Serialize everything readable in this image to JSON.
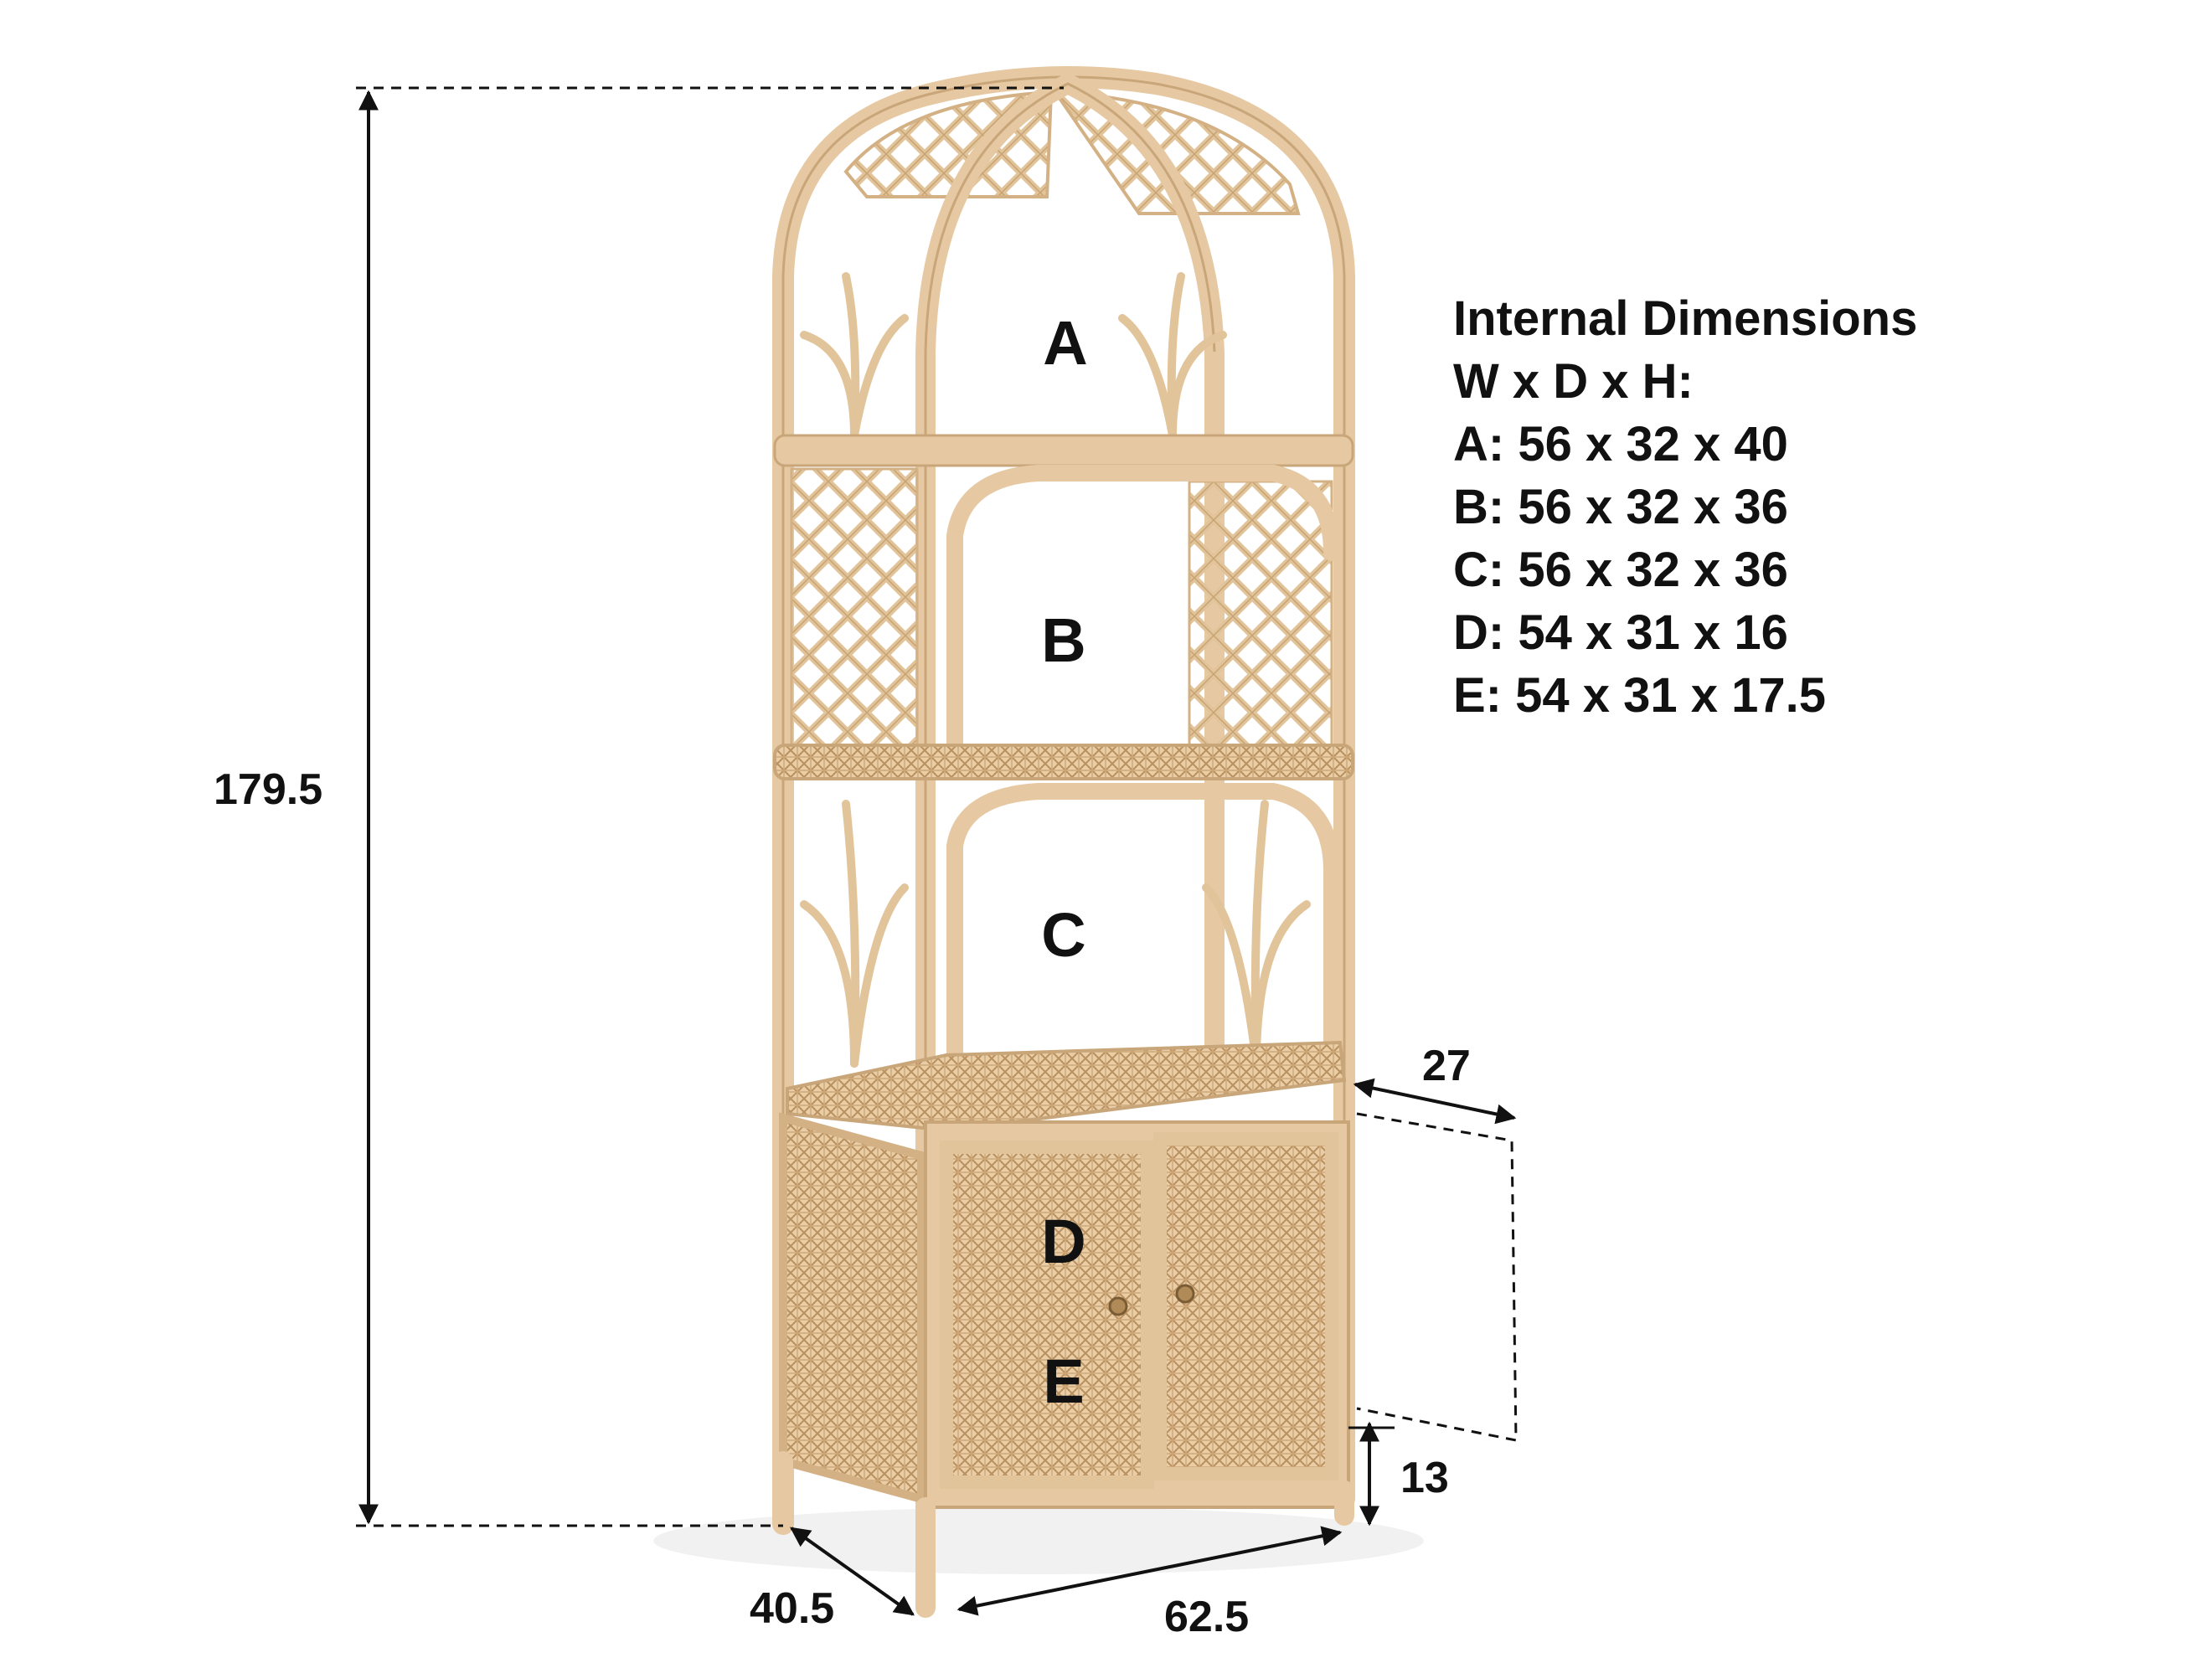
{
  "compartments": [
    "A",
    "B",
    "C",
    "D",
    "E"
  ],
  "dimensions": {
    "overall_height": "179.5",
    "depth": "40.5",
    "width": "62.5",
    "cabinet_depth": "27",
    "leg_height": "13"
  },
  "internal_dimensions": {
    "title": "Internal Dimensions",
    "format": "W x D x H:",
    "rows": [
      "A: 56 x 32 x 40",
      "B: 56 x 32 x 36",
      "C: 56 x 32 x 36",
      "D: 54 x 31 x 16",
      "E: 54 x 31 x 17.5"
    ]
  },
  "colors": {
    "rattan": "#e6c9a2",
    "rattan_dark": "#c9a679",
    "cane_weave": "#d7b486",
    "line": "#111111"
  }
}
